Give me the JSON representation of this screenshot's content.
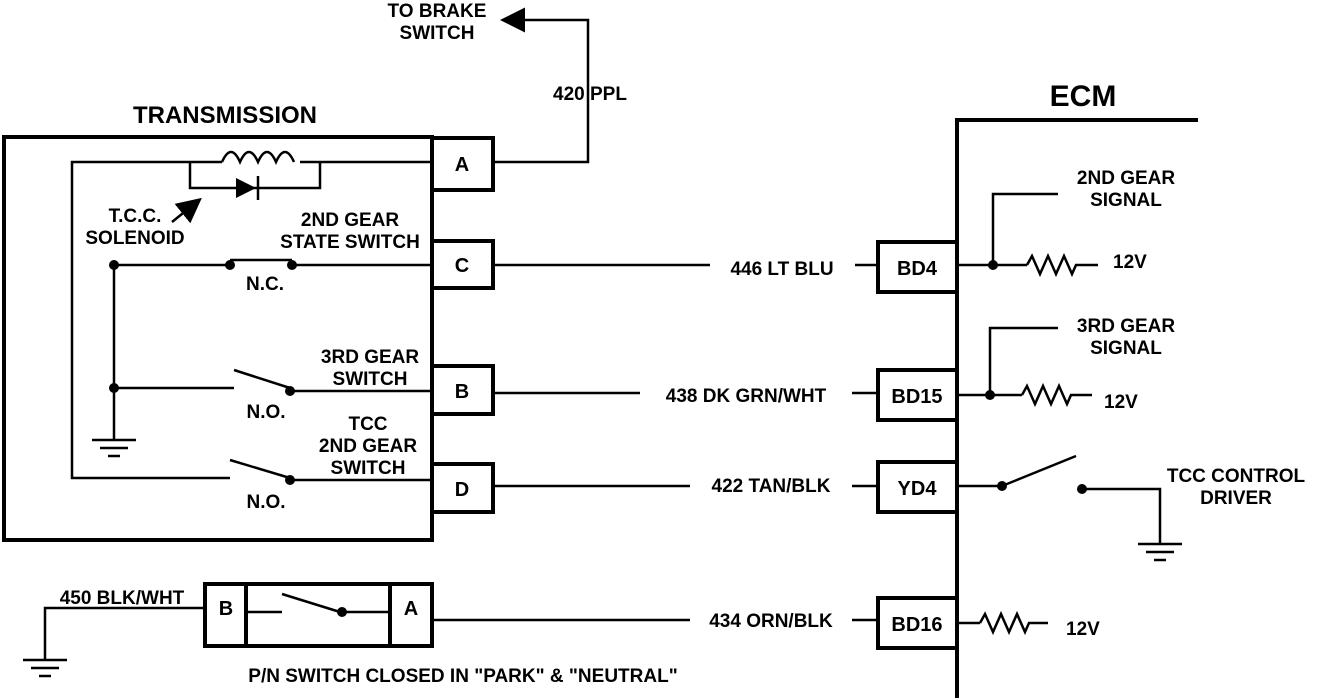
{
  "labels": {
    "to_brake_line1": "TO BRAKE",
    "to_brake_line2": "SWITCH",
    "wire_420": "420 PPL",
    "transmission": "TRANSMISSION",
    "ecm": "ECM",
    "tcc_solenoid_line1": "T.C.C.",
    "tcc_solenoid_line2": "SOLENOID",
    "second_state_line1": "2ND GEAR",
    "second_state_line2": "STATE SWITCH",
    "nc": "N.C.",
    "third_switch_line1": "3RD GEAR",
    "third_switch_line2": "SWITCH",
    "no_1": "N.O.",
    "tcc_second_line1": "TCC",
    "tcc_second_line2": "2ND GEAR",
    "tcc_second_line3": "SWITCH",
    "no_2": "N.O.",
    "wire_446": "446 LT BLU",
    "wire_438": "438 DK GRN/WHT",
    "wire_422": "422 TAN/BLK",
    "wire_434": "434 ORN/BLK",
    "wire_450": "450 BLK/WHT",
    "second_signal_line1": "2ND GEAR",
    "second_signal_line2": "SIGNAL",
    "third_signal_line1": "3RD GEAR",
    "third_signal_line2": "SIGNAL",
    "tcc_driver_line1": "TCC CONTROL",
    "tcc_driver_line2": "DRIVER",
    "v12_1": "12V",
    "v12_2": "12V",
    "v12_3": "12V",
    "pn_caption": "P/N SWITCH CLOSED IN \"PARK\" & \"NEUTRAL\""
  },
  "pins": {
    "a": "A",
    "c": "C",
    "b": "B",
    "d": "D",
    "pn_b": "B",
    "pn_a": "A",
    "bd4": "BD4",
    "bd15": "BD15",
    "yd4": "YD4",
    "bd16": "BD16"
  }
}
